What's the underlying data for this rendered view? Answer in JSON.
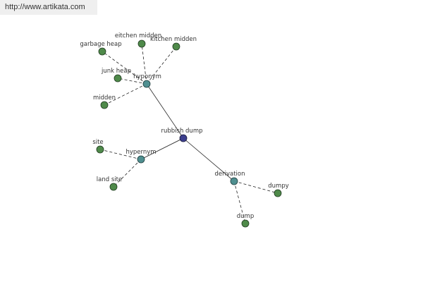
{
  "header": {
    "url": "http://www.artikata.com"
  },
  "graph": {
    "center": {
      "label": "rubbish dump"
    },
    "relations": [
      {
        "id": "rel-hyponym",
        "label": "hyponym"
      },
      {
        "id": "rel-hypernym",
        "label": "hypernym"
      },
      {
        "id": "rel-derivation",
        "label": "derivation"
      }
    ],
    "leaves": [
      {
        "id": "garbage-heap",
        "label": "garbage heap",
        "relation": "rel-hyponym"
      },
      {
        "id": "eitchen-midden",
        "label": "eitchen midden",
        "relation": "rel-hyponym"
      },
      {
        "id": "kitchen-midden",
        "label": "kitchen midden",
        "relation": "rel-hyponym"
      },
      {
        "id": "junk-heap",
        "label": "junk heap",
        "relation": "rel-hyponym"
      },
      {
        "id": "midden",
        "label": "midden",
        "relation": "rel-hyponym"
      },
      {
        "id": "site",
        "label": "site",
        "relation": "rel-hypernym"
      },
      {
        "id": "land-site",
        "label": "land site",
        "relation": "rel-hypernym"
      },
      {
        "id": "dumpy",
        "label": "dumpy",
        "relation": "rel-derivation"
      },
      {
        "id": "dump",
        "label": "dump",
        "relation": "rel-derivation"
      }
    ]
  }
}
